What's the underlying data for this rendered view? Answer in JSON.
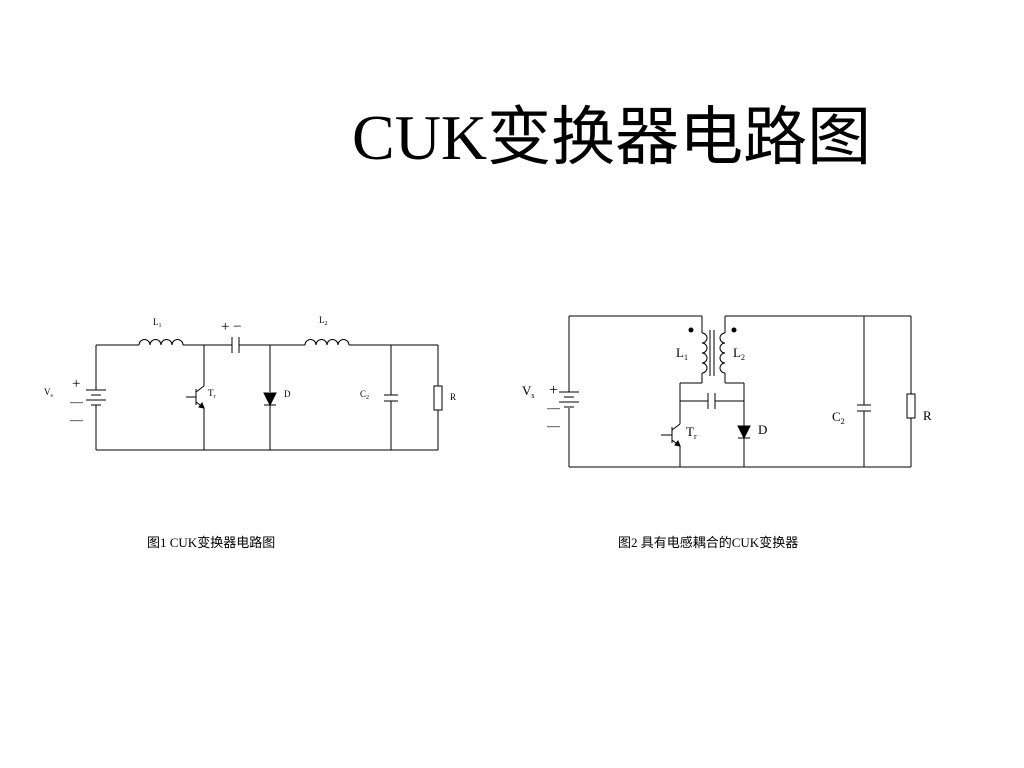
{
  "slide": {
    "title": "CUK变换器电路图"
  },
  "figure1": {
    "caption": "图1   CUK变换器电路图",
    "labels": {
      "L1": "L",
      "L1_sub": "1",
      "L2": "L",
      "L2_sub": "2",
      "cap_polarity": "+ −",
      "Vs": "V",
      "Vs_sub": "s",
      "Tr": "T",
      "Tr_sub": "r",
      "D": "D",
      "C2": "C",
      "C2_sub": "2",
      "R": "R",
      "plus": "+",
      "minus": "—"
    }
  },
  "figure2": {
    "caption": "图2  具有电感耦合的CUK变换器",
    "labels": {
      "L1": "L",
      "L1_sub": "1",
      "L2": "L",
      "L2_sub": "2",
      "Vs": "V",
      "Vs_sub": "s",
      "Tr": "T",
      "Tr_sub": "r",
      "D": "D",
      "C2": "C",
      "C2_sub": "2",
      "R": "R",
      "plus": "+",
      "minus": "—"
    }
  }
}
